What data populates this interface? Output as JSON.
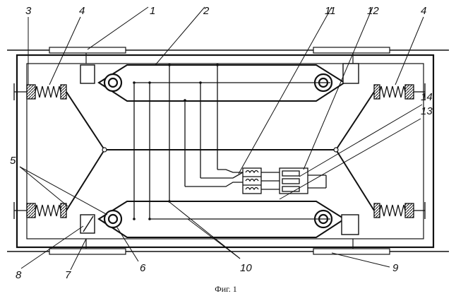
{
  "figure": {
    "caption": "Фиг. 1",
    "labels": {
      "l1": "1",
      "l2": "2",
      "l3": "3",
      "l4a": "4",
      "l4b": "4",
      "l5": "5",
      "l6": "6",
      "l7": "7",
      "l8": "8",
      "l9": "9",
      "l10": "10",
      "l11": "11",
      "l12": "12",
      "l13": "13",
      "l14": "14"
    }
  }
}
